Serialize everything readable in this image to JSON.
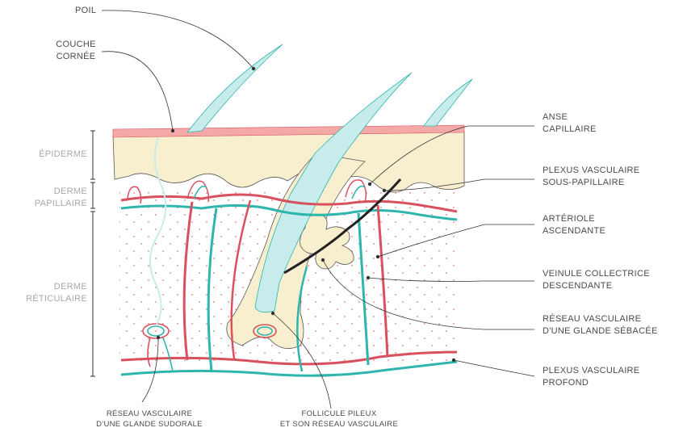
{
  "labels": {
    "poil": "POIL",
    "couche_cornee": "COUCHE\nCORNÉE",
    "epiderme": "ÉPIDERME",
    "derme_papillaire": "DERME\nPAPILLAIRE",
    "derme_reticulaire": "DERME\nRÉTICULAIRE",
    "anse_capillaire": "ANSE\nCAPILLAIRE",
    "plexus_sous_papillaire": "PLEXUS VASCULAIRE\nSOUS-PAPILLAIRE",
    "arteriole_ascendante": "ARTÉRIOLE\nASCENDANTE",
    "veinule_collectrice": "VEINULE COLLECTRICE\nDESCENDANTE",
    "reseau_glande_sebacee": "RÉSEAU VASCULAIRE\nD'UNE GLANDE SÉBACÉE",
    "plexus_profond": "PLEXUS VASCULAIRE\nPROFOND",
    "reseau_glande_sudorale": "RÉSEAU VASCULAIRE\nD'UNE GLANDE SUDORALE",
    "follicule_pileux": "FOLLICULE PILEUX\nET SON RÉSEAU VASCULAIRE"
  },
  "colors": {
    "artery": "#d9505f",
    "vein": "#2eb5ae",
    "cornea": "#f4a9a7",
    "epidermis": "#f8efcf",
    "hair": "#c8ecec",
    "dots": "#f2a8a8",
    "leader": "#333333",
    "layer_text": "#a8a8a8"
  }
}
